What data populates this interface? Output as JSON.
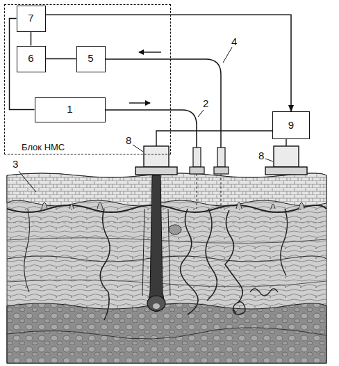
{
  "diagram": {
    "nodes": [
      {
        "text": [
          "Блок НМС"
        ]
      },
      {
        "text": [
          "7"
        ],
        "in": 0
      },
      {
        "text": [
          "6"
        ],
        "in": 0
      },
      {
        "text": [
          "5"
        ],
        "in": 0
      },
      {
        "text": [
          "1"
        ],
        "in": 0
      },
      {
        "text": [
          "9"
        ]
      }
    ],
    "edges": [
      {
        "from": 1,
        "to": 2,
        "arrow": "none"
      },
      {
        "from": 2,
        "to": 3,
        "arrow": "none"
      },
      {
        "from": 1,
        "to": 4,
        "arrow": "none"
      },
      {
        "from": 1,
        "to": 5,
        "arrow": "to"
      }
    ],
    "labels": [
      "2",
      "4",
      "3",
      "8",
      "8"
    ]
  }
}
